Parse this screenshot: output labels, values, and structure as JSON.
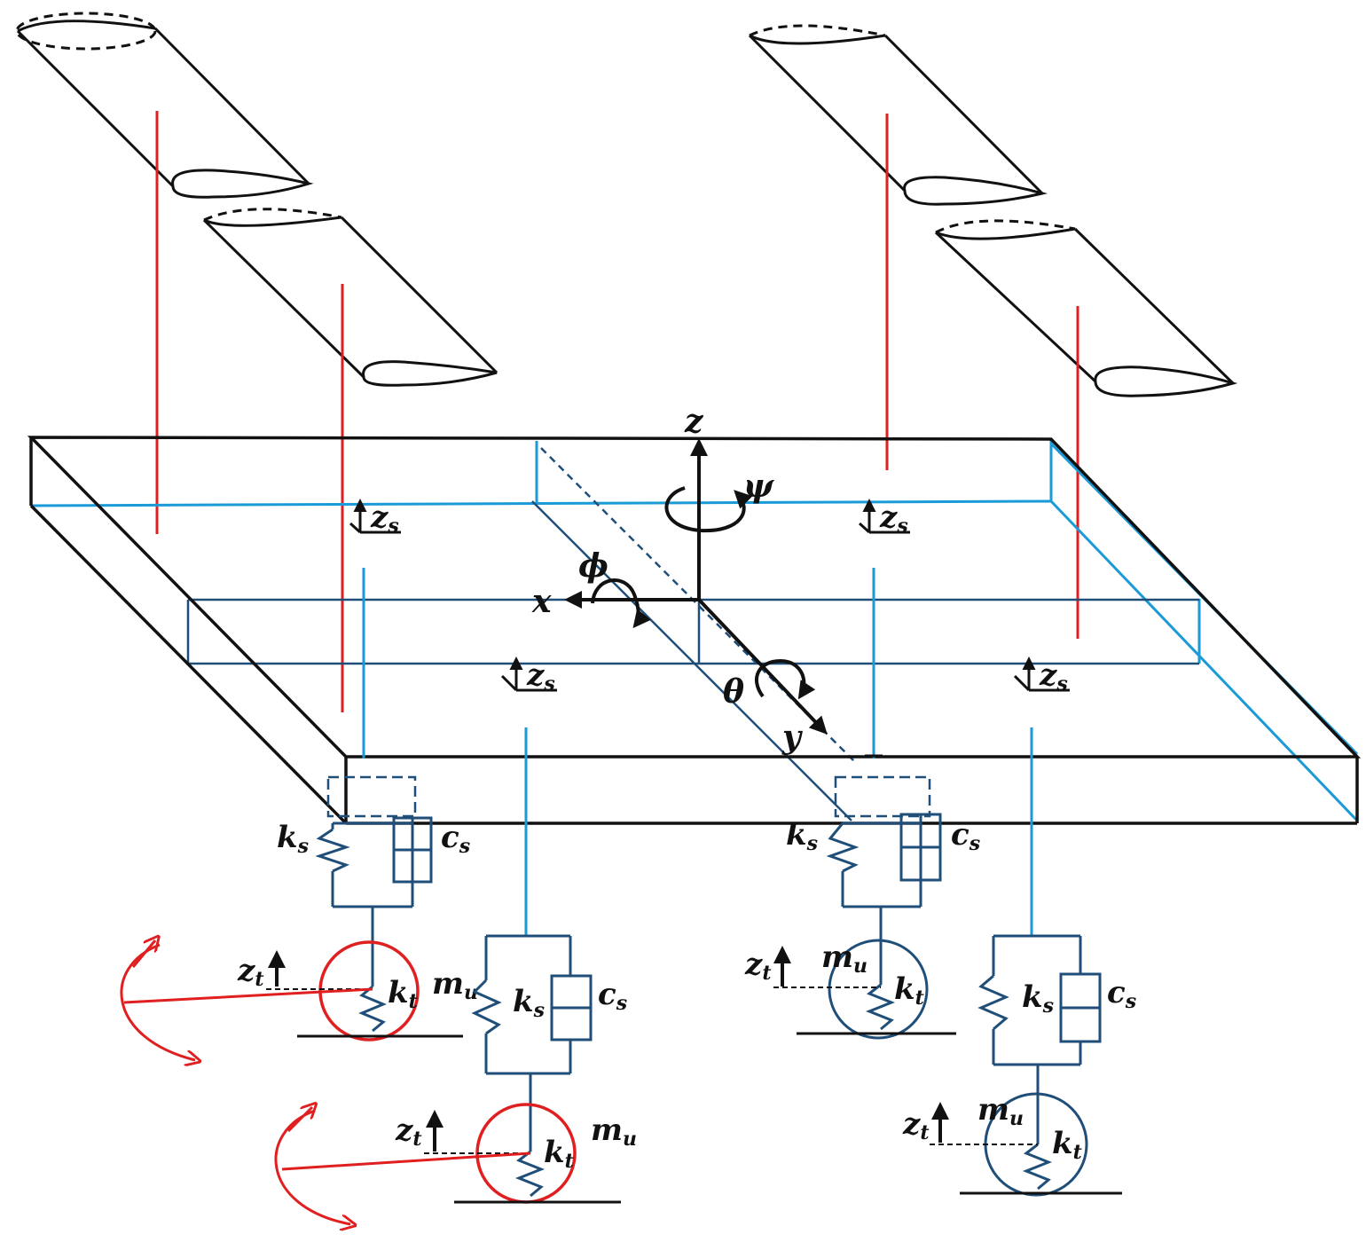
{
  "colors": {
    "outline": "#111111",
    "blue": "#1a9ad6",
    "dark_blue": "#1f4e79",
    "red": "#e02020",
    "ground": "#111111"
  },
  "axes": {
    "z": "z",
    "x": "x",
    "y": "y",
    "psi": "ψ",
    "phi": "ϕ",
    "theta": "θ"
  },
  "corners": {
    "front_left": {
      "ks": {
        "base": "k",
        "sub": "s"
      },
      "cs": {
        "base": "c",
        "sub": "s"
      },
      "mu": {
        "base": "m",
        "sub": "u"
      },
      "kt": {
        "base": "k",
        "sub": "t"
      },
      "zt": {
        "base": "z",
        "sub": "t"
      }
    },
    "rear_left": {
      "ks": {
        "base": "k",
        "sub": "s"
      },
      "cs": {
        "base": "c",
        "sub": "s"
      },
      "mu": {
        "base": "m",
        "sub": "u"
      },
      "kt": {
        "base": "k",
        "sub": "t"
      },
      "zt": {
        "base": "z",
        "sub": "t"
      }
    },
    "front_right": {
      "ks": {
        "base": "k",
        "sub": "s"
      },
      "cs": {
        "base": "c",
        "sub": "s"
      },
      "mu": {
        "base": "m",
        "sub": "u"
      },
      "kt": {
        "base": "k",
        "sub": "t"
      },
      "zt": {
        "base": "z",
        "sub": "t"
      }
    },
    "rear_right": {
      "ks": {
        "base": "k",
        "sub": "s"
      },
      "cs": {
        "base": "c",
        "sub": "s"
      },
      "mu": {
        "base": "m",
        "sub": "u"
      },
      "kt": {
        "base": "k",
        "sub": "t"
      },
      "zt": {
        "base": "z",
        "sub": "t"
      }
    }
  },
  "zs_marker": {
    "base": "z",
    "sub": "s"
  }
}
